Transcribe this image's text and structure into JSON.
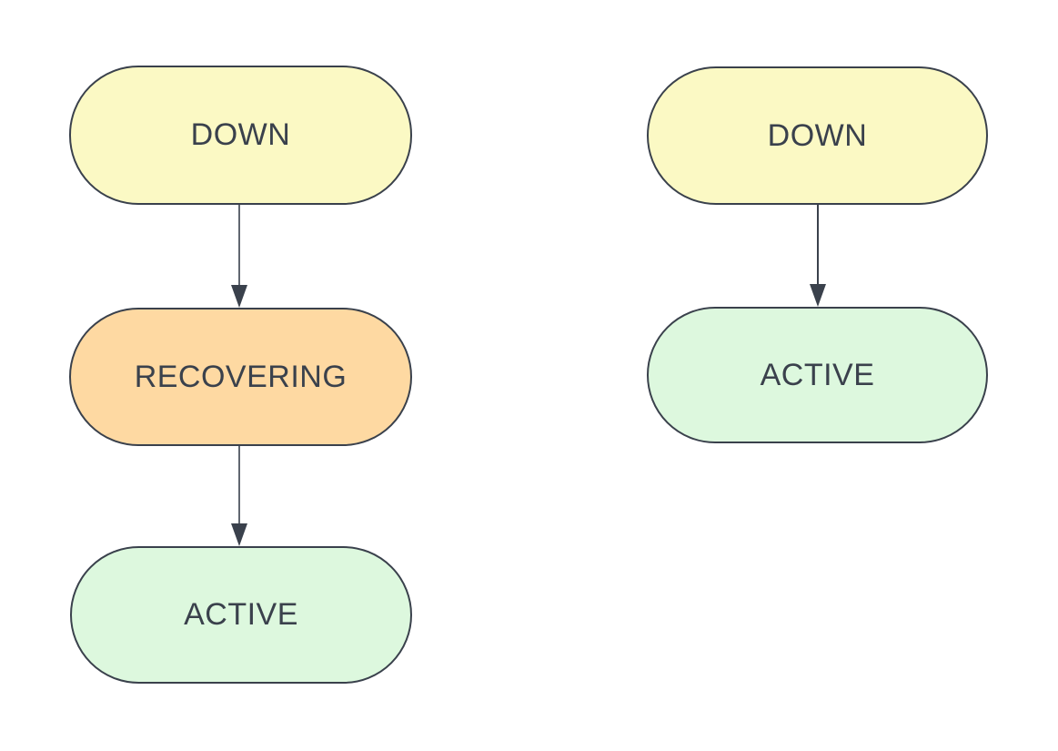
{
  "colors": {
    "canvas_bg": "#ffffff",
    "line": "#3a414c",
    "text": "#3a414c",
    "yellow": "#fbf9c4",
    "orange": "#fed9a2",
    "green": "#ddf8de"
  },
  "diagram": {
    "type": "state-flow",
    "left_flow": {
      "nodes": [
        {
          "label": "DOWN",
          "fill": "yellow"
        },
        {
          "label": "RECOVERING",
          "fill": "orange"
        },
        {
          "label": "ACTIVE",
          "fill": "green"
        }
      ],
      "edges": [
        {
          "from": "DOWN",
          "to": "RECOVERING"
        },
        {
          "from": "RECOVERING",
          "to": "ACTIVE"
        }
      ]
    },
    "right_flow": {
      "nodes": [
        {
          "label": "DOWN",
          "fill": "yellow"
        },
        {
          "label": "ACTIVE",
          "fill": "green"
        }
      ],
      "edges": [
        {
          "from": "DOWN",
          "to": "ACTIVE"
        }
      ]
    }
  }
}
